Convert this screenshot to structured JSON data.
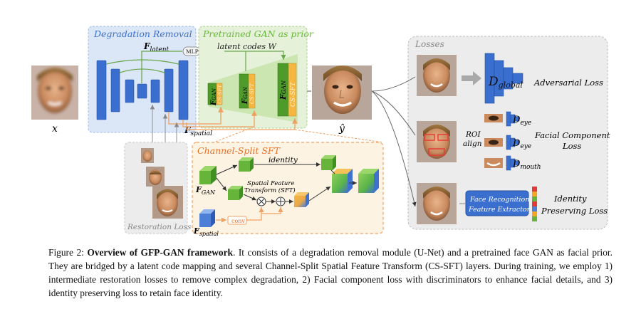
{
  "regions": {
    "degradation": "Degradation Removal",
    "pretrained": "Pretrained GAN as prior",
    "losses": "Losses",
    "cs_sft": "Channel-Split SFT",
    "restoration_loss": "Restoration Loss"
  },
  "labels": {
    "f_latent": "F",
    "f_latent_sub": "latent",
    "mlp": "MLP",
    "latent_codes": "latent codes W",
    "f_spatial": "F",
    "f_spatial_sub": "spatial",
    "x": "x",
    "y_hat": "ŷ",
    "f_gan": "F",
    "f_gan_sub": "GAN",
    "cs_sft_tag": "CS-SFT",
    "identity": "identity",
    "sft_line1": "Spatial Feature",
    "sft_line2": "Transform (SFT)",
    "conv": "conv",
    "cs_fgan": "F",
    "cs_fgan_sub": "GAN",
    "cs_fspatial": "F",
    "cs_fspatial_sub": "spatial",
    "d_global": "D",
    "d_global_sub": "global",
    "adversarial": "Adversarial Loss",
    "roi1": "ROI",
    "roi2": "align",
    "d_eye1": "D",
    "d_eye1_sub": "eye",
    "d_eye2": "D",
    "d_eye2_sub": "eye",
    "d_mouth": "D",
    "d_mouth_sub": "mouth",
    "facial_comp1": "Facial Component",
    "facial_comp2": "Loss",
    "fr1": "Face Recognition",
    "fr2": "Feature Extractor",
    "identity_loss1": "Identity",
    "identity_loss2": "Preserving Loss"
  },
  "caption": {
    "prefix": "Figure 2: ",
    "title": "Overview of GFP-GAN framework",
    "body": ". It consists of a degradation removal module (U-Net) and a pretrained face GAN as facial prior. They are bridged by a latent code mapping and several Channel-Split Spatial Feature Transform (CS-SFT) layers. During training, we employ 1) intermediate restoration losses to remove complex degradation, 2) Facial component loss with discriminators to enhance facial details, and 3) identity preserving loss to retain face identity."
  },
  "colors": {
    "unet_blue": "#3a6fd0",
    "degradation_bg": "#dbe7f7",
    "pretrained_bg": "#e5f1d8",
    "gan_green": "#6ab83a",
    "cs_sft_orange": "#f5a623",
    "losses_bg": "#ececec",
    "arrow_orange": "#f0a060"
  }
}
